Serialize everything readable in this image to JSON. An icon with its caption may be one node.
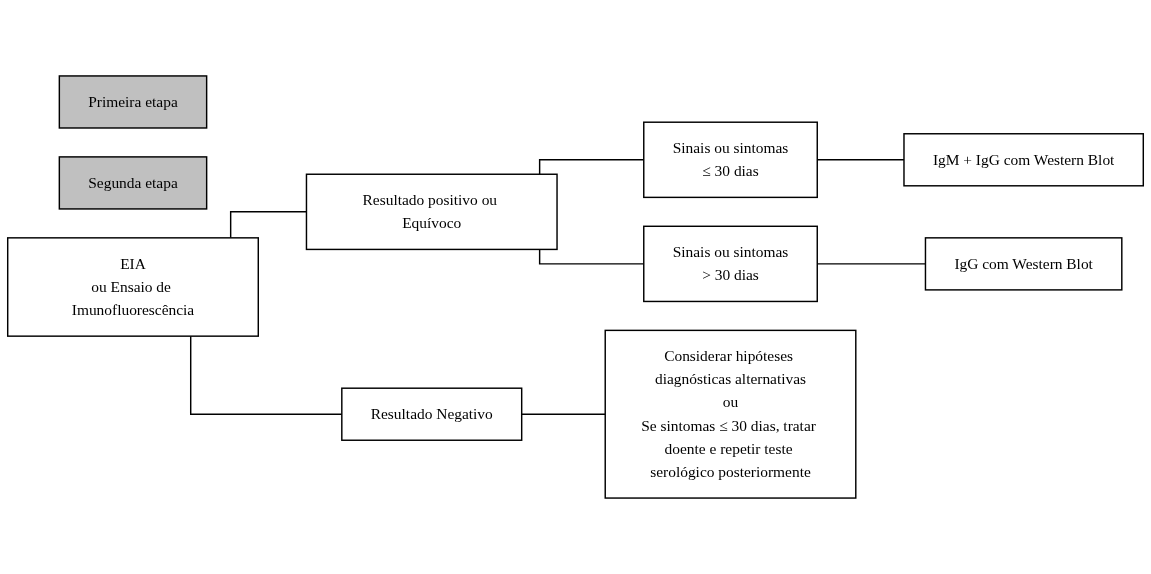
{
  "diagram": {
    "nodes": [
      {
        "text": [
          "Primeira etapa"
        ]
      },
      {
        "text": [
          "Segunda etapa"
        ]
      },
      {
        "text": [
          "EIA",
          "ou Ensaio de Imunofluorescência"
        ]
      },
      {
        "text": [
          "Resultado positivo ou Equívoco"
        ]
      },
      {
        "text": [
          "Sinais ou sintomas",
          "≤ 30 dias"
        ]
      },
      {
        "text": [
          "IgM + IgG com Western Blot"
        ]
      },
      {
        "text": [
          "Sinais ou sintomas",
          "> 30 dias"
        ]
      },
      {
        "text": [
          "IgG com Western Blot"
        ]
      },
      {
        "text": [
          "Resultado Negativo"
        ]
      },
      {
        "text": [
          "Considerar hipóteses diagnósticas alternativas",
          "ou",
          "Se sintomas ≤ 30 dias, tratar doente e repetir teste serológico posteriormente"
        ]
      }
    ],
    "edges": [
      {
        "from": 2,
        "to": 3,
        "arrow": "none"
      },
      {
        "from": 2,
        "to": 8,
        "arrow": "none"
      },
      {
        "from": 3,
        "to": 4,
        "arrow": "none"
      },
      {
        "from": 3,
        "to": 6,
        "arrow": "none"
      },
      {
        "from": 4,
        "to": 5,
        "arrow": "none"
      },
      {
        "from": 6,
        "to": 7,
        "arrow": "none"
      },
      {
        "from": 8,
        "to": 9,
        "arrow": "none"
      }
    ]
  }
}
